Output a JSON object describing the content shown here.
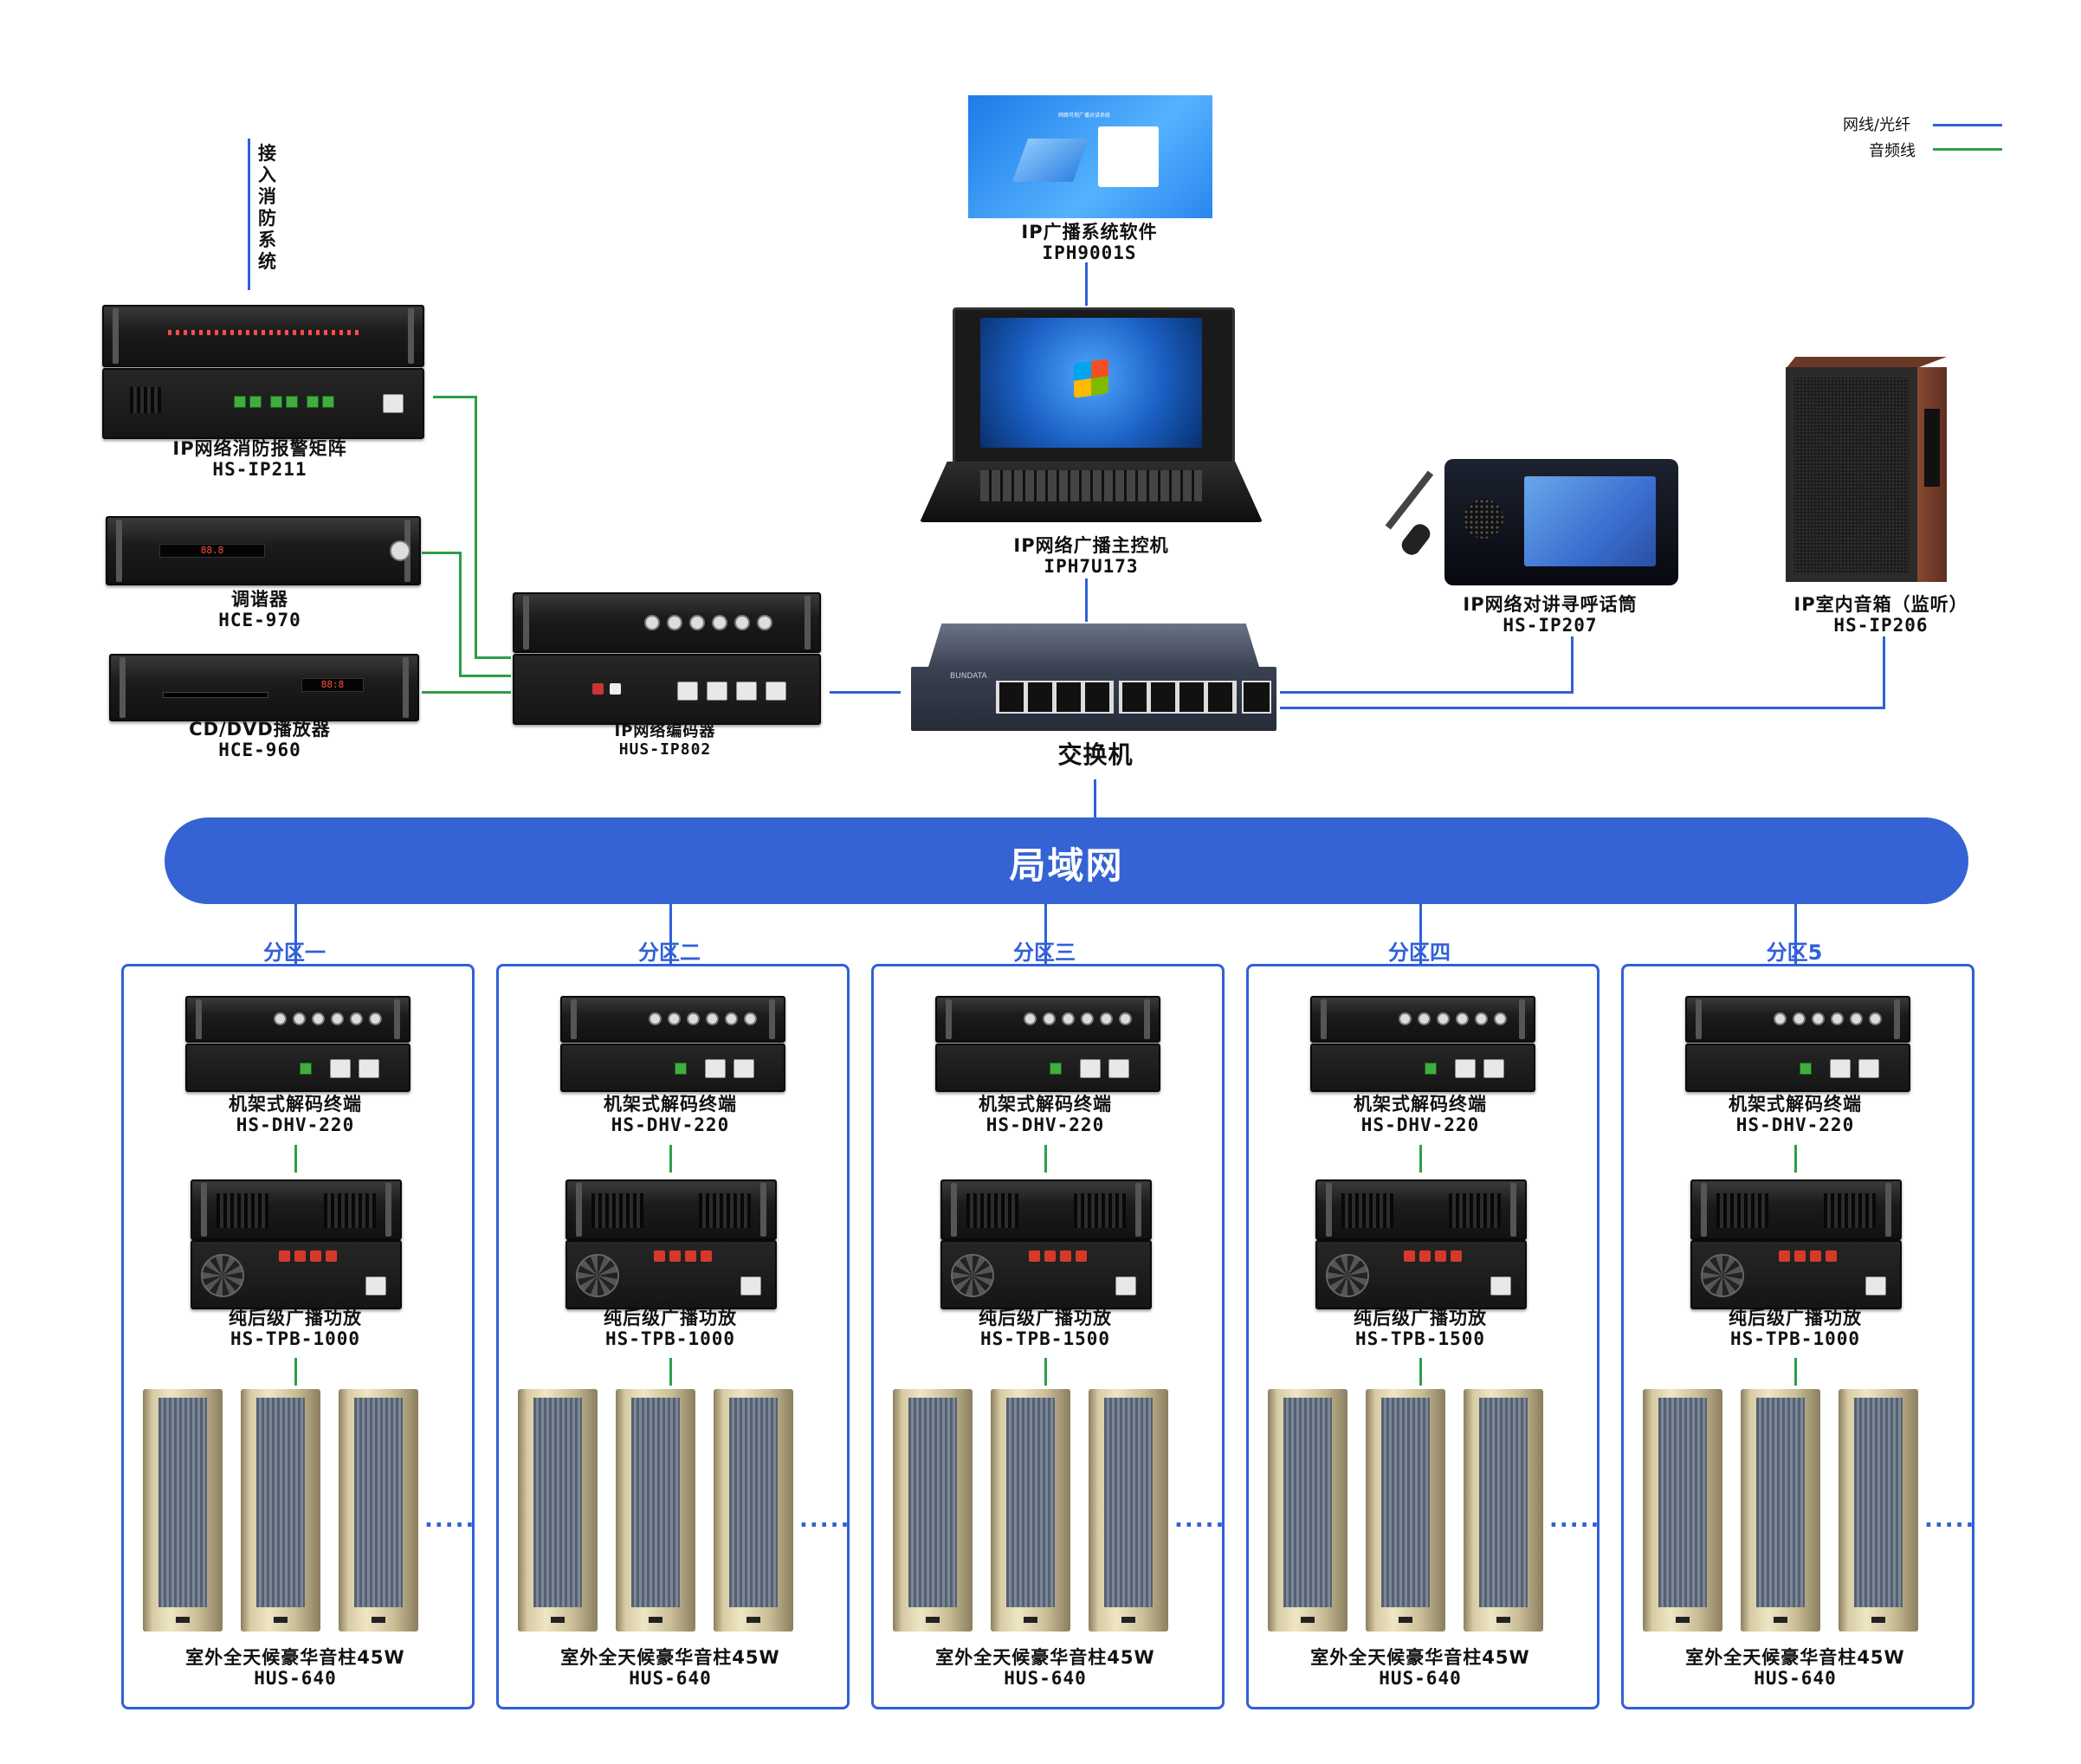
{
  "legend": {
    "items": [
      {
        "label": "网线/光纤",
        "color": "#3060d8"
      },
      {
        "label": "音频线",
        "color": "#2e9e4a"
      }
    ]
  },
  "fire": {
    "label": "接入消防系统"
  },
  "software": {
    "name": "IP广播系统软件",
    "model": "IPH9001S",
    "screen_title": "网络可视广播对讲系统"
  },
  "host": {
    "name": "IP网络广播主控机",
    "model": "IPH7U173"
  },
  "matrix": {
    "name": "IP网络消防报警矩阵",
    "model": "HS-IP211"
  },
  "tuner": {
    "name": "调谐器",
    "model": "HCE-970",
    "display": "88.8"
  },
  "dvd": {
    "name": "CD/DVD播放器",
    "model": "HCE-960",
    "display": "88:8"
  },
  "encoder": {
    "name": "IP网络编码器",
    "model": "HUS-IP802"
  },
  "switch": {
    "name": "交换机",
    "brand": "BUNDATA"
  },
  "intercom": {
    "name": "IP网络对讲寻呼话筒",
    "model": "HS-IP207"
  },
  "monitor": {
    "name": "IP室内音箱（监听）",
    "model": "HS-IP206"
  },
  "lan": {
    "label": "局域网"
  },
  "zones": [
    {
      "title": "分区一",
      "decoder_name": "机架式解码终端",
      "decoder_model": "HS-DHV-220",
      "amp_name": "纯后级广播功放",
      "amp_model": "HS-TPB-1000",
      "speaker_name": "室外全天候豪华音柱45W",
      "speaker_model": "HUS-640",
      "more": "....."
    },
    {
      "title": "分区二",
      "decoder_name": "机架式解码终端",
      "decoder_model": "HS-DHV-220",
      "amp_name": "纯后级广播功放",
      "amp_model": "HS-TPB-1000",
      "speaker_name": "室外全天候豪华音柱45W",
      "speaker_model": "HUS-640",
      "more": "....."
    },
    {
      "title": "分区三",
      "decoder_name": "机架式解码终端",
      "decoder_model": "HS-DHV-220",
      "amp_name": "纯后级广播功放",
      "amp_model": "HS-TPB-1500",
      "speaker_name": "室外全天候豪华音柱45W",
      "speaker_model": "HUS-640",
      "more": "....."
    },
    {
      "title": "分区四",
      "decoder_name": "机架式解码终端",
      "decoder_model": "HS-DHV-220",
      "amp_name": "纯后级广播功放",
      "amp_model": "HS-TPB-1500",
      "speaker_name": "室外全天候豪华音柱45W",
      "speaker_model": "HUS-640",
      "more": "....."
    },
    {
      "title": "分区5",
      "decoder_name": "机架式解码终端",
      "decoder_model": "HS-DHV-220",
      "amp_name": "纯后级广播功放",
      "amp_model": "HS-TPB-1000",
      "speaker_name": "室外全天候豪华音柱45W",
      "speaker_model": "HUS-640",
      "more": "....."
    }
  ]
}
